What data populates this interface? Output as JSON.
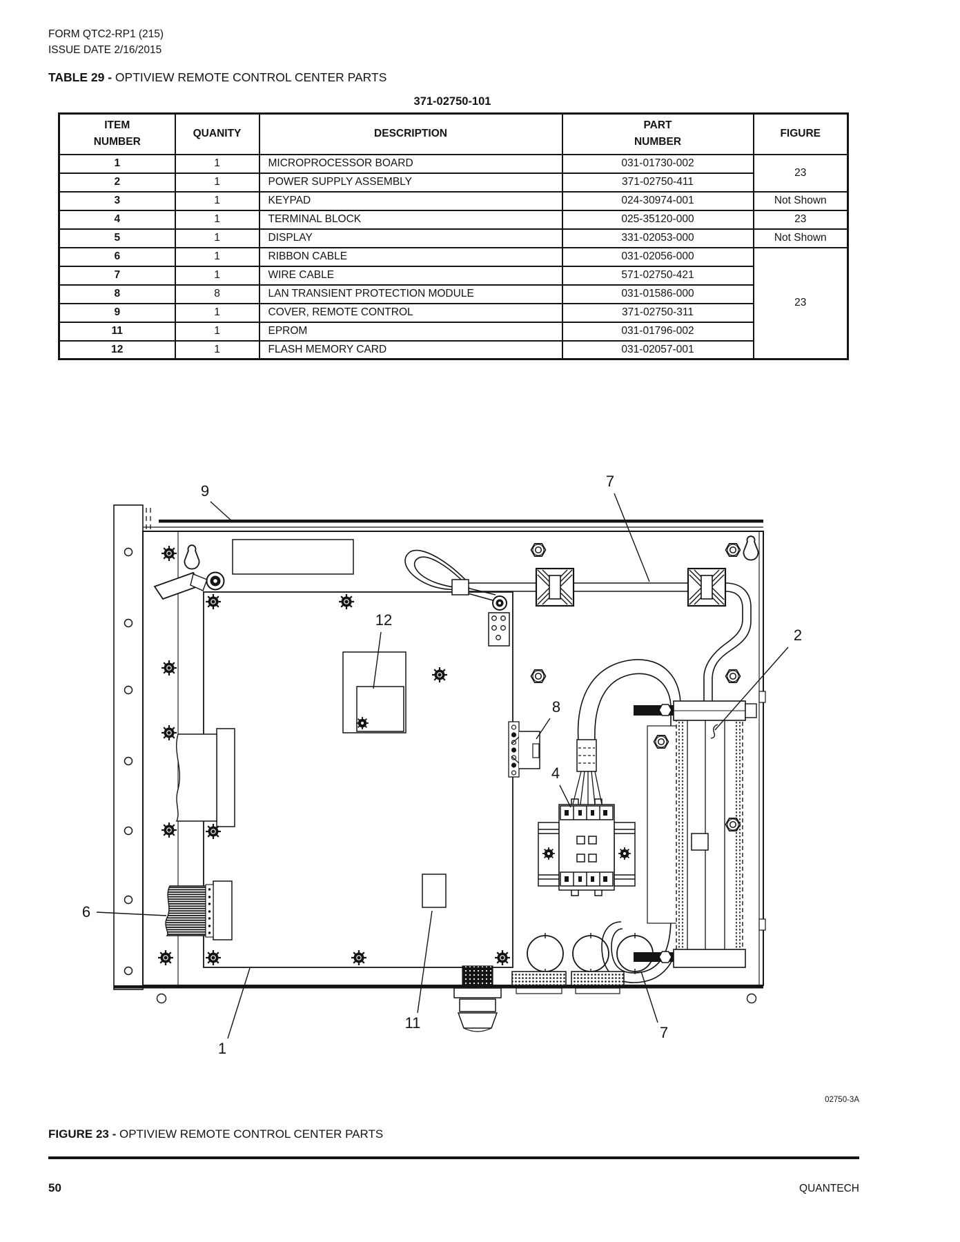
{
  "page": {
    "form_lines": [
      "FORM QTC2-RP1 (215)",
      "ISSUE DATE 2/16/2015"
    ],
    "page_number": "50",
    "brand": "QUANTECH"
  },
  "table": {
    "title_bold": "TABLE 29 -",
    "title_rest": " OPTIVIEW REMOTE CONTROL CENTER PARTS",
    "group_part_number": "371-02750-101",
    "headers": {
      "item": "ITEM NUMBER",
      "qty": "QUANITY",
      "desc": "DESCRIPTION",
      "part": "PART NUMBER",
      "figure": "FIGURE"
    },
    "rows": [
      {
        "item": "1",
        "qty": "1",
        "desc": "MICROPROCESSOR BOARD",
        "part": "031-01730-002"
      },
      {
        "item": "2",
        "qty": "1",
        "desc": "POWER SUPPLY ASSEMBLY",
        "part": "371-02750-411"
      },
      {
        "item": "3",
        "qty": "1",
        "desc": "KEYPAD",
        "part": "024-30974-001"
      },
      {
        "item": "4",
        "qty": "1",
        "desc": "TERMINAL BLOCK",
        "part": "025-35120-000"
      },
      {
        "item": "5",
        "qty": "1",
        "desc": "DISPLAY",
        "part": "331-02053-000"
      },
      {
        "item": "6",
        "qty": "1",
        "desc": "RIBBON CABLE",
        "part": "031-02056-000"
      },
      {
        "item": "7",
        "qty": "1",
        "desc": "WIRE CABLE",
        "part": "571-02750-421"
      },
      {
        "item": "8",
        "qty": "8",
        "desc": "LAN TRANSIENT PROTECTION MODULE",
        "part": "031-01586-000"
      },
      {
        "item": "9",
        "qty": "1",
        "desc": "COVER, REMOTE CONTROL",
        "part": "371-02750-311"
      },
      {
        "item": "11",
        "qty": "1",
        "desc": "EPROM",
        "part": "031-01796-002"
      },
      {
        "item": "12",
        "qty": "1",
        "desc": "FLASH MEMORY CARD",
        "part": "031-02057-001"
      }
    ],
    "figure_cells": [
      {
        "value": "23"
      },
      {
        "value": "Not Shown"
      },
      {
        "value": "23"
      },
      {
        "value": "Not Shown"
      },
      {
        "value": "23"
      }
    ]
  },
  "figure": {
    "caption_bold": "FIGURE 23 -",
    "caption_rest": " OPTIVIEW REMOTE CONTROL CENTER PARTS",
    "drawing_number": "02750-3A",
    "callouts": {
      "c9": "9",
      "c7_top": "7",
      "c12": "12",
      "c8": "8",
      "c2": "2",
      "c4": "4",
      "c6": "6",
      "c11": "11",
      "c1": "1",
      "c7_bottom": "7"
    }
  }
}
